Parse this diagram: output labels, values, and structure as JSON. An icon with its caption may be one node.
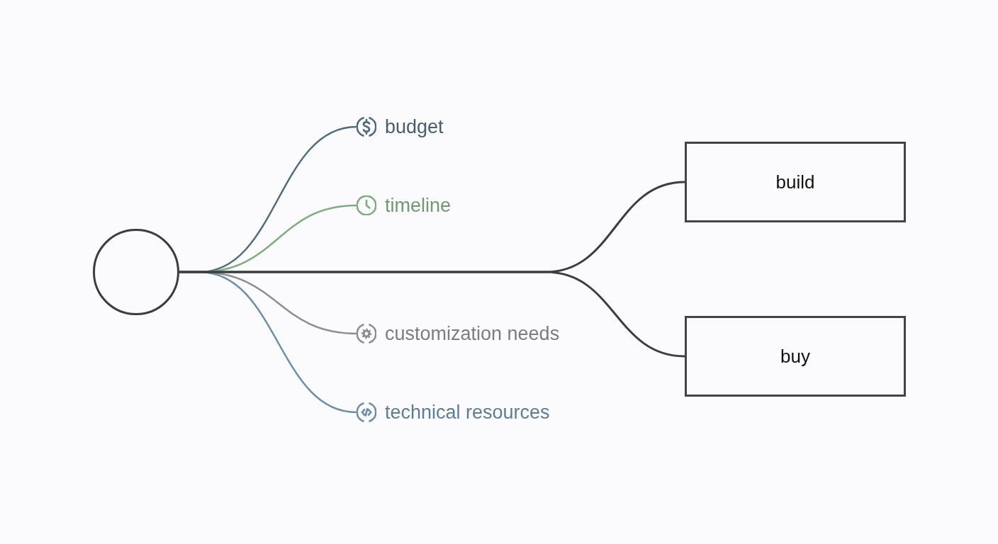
{
  "diagram": {
    "nodes": [
      {
        "text": [],
        "shape": "circle"
      },
      {
        "text": [
          "budget"
        ]
      },
      {
        "text": [
          "timeline"
        ]
      },
      {
        "text": [
          "customization needs"
        ]
      },
      {
        "text": [
          "technical resources"
        ]
      },
      {
        "text": [
          "build"
        ]
      },
      {
        "text": [
          "buy"
        ]
      }
    ],
    "edges": [
      {
        "from": 0,
        "to": 1,
        "arrow": "none",
        "color": "#4f6b7d"
      },
      {
        "from": 0,
        "to": 2,
        "arrow": "none",
        "color": "#80ad80"
      },
      {
        "from": 0,
        "to": 3,
        "arrow": "none",
        "color": "#8e8e8e"
      },
      {
        "from": 0,
        "to": 4,
        "arrow": "none",
        "color": "#6b8fab"
      },
      {
        "from": 0,
        "to": 5,
        "arrow": "none"
      },
      {
        "from": 0,
        "to": 6,
        "arrow": "none"
      }
    ]
  }
}
